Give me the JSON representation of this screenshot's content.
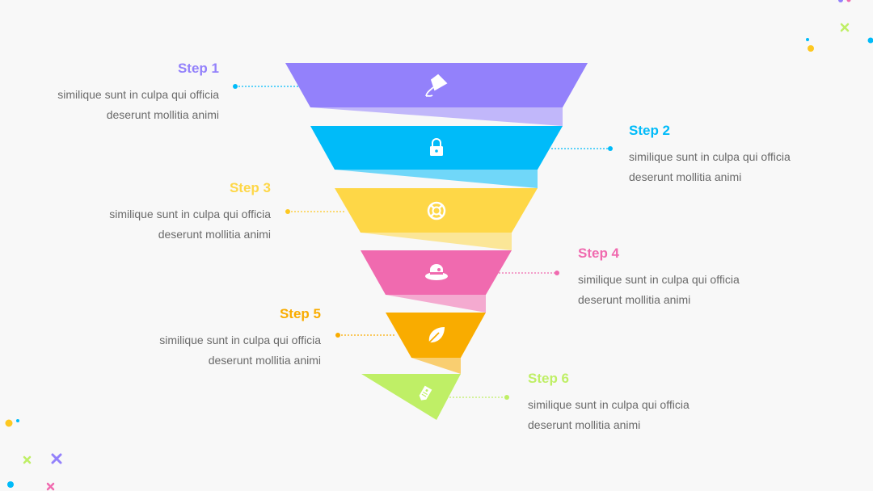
{
  "steps": [
    {
      "title": "Step 1",
      "line1": "similique sunt in culpa qui officia",
      "line2": "deserunt mollitia animi",
      "color": "#9381fb",
      "icon": "kite-icon"
    },
    {
      "title": "Step 2",
      "line1": "similique sunt in culpa qui officia",
      "line2": "deserunt mollitia animi",
      "color": "#00bbf9",
      "icon": "lock-icon"
    },
    {
      "title": "Step 3",
      "line1": "similique sunt in culpa qui officia",
      "line2": "deserunt mollitia animi",
      "color": "#fed747",
      "icon": "lifebuoy-icon"
    },
    {
      "title": "Step 4",
      "line1": "similique sunt in culpa qui officia",
      "line2": "deserunt mollitia animi",
      "color": "#f06aaf",
      "icon": "hat-icon"
    },
    {
      "title": "Step 5",
      "line1": "similique sunt in culpa qui officia",
      "line2": "deserunt mollitia animi",
      "color": "#f9ac00",
      "icon": "leaf-icon"
    },
    {
      "title": "Step 6",
      "line1": "similique sunt in culpa qui officia",
      "line2": "deserunt mollitia animi",
      "color": "#bfef66",
      "icon": "tag-icon"
    }
  ]
}
